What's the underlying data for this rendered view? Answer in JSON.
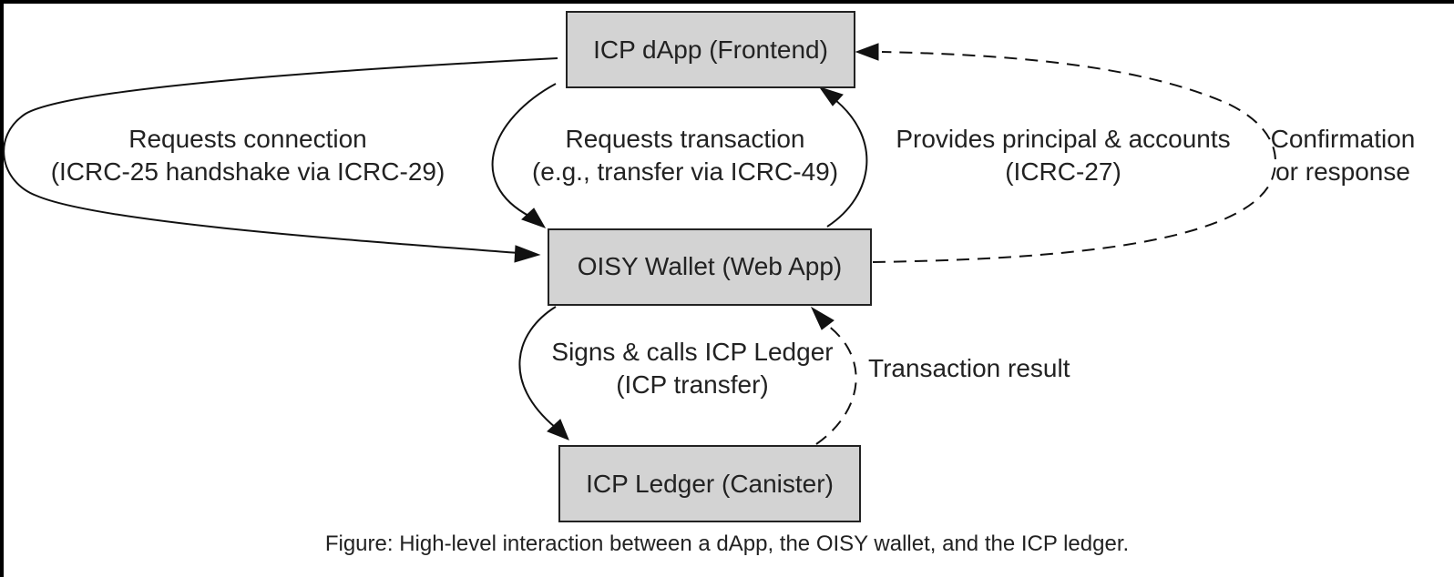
{
  "diagram": {
    "nodes": [
      {
        "id": "dapp",
        "label": "ICP dApp (Frontend)"
      },
      {
        "id": "wallet",
        "label": "OISY Wallet (Web App)"
      },
      {
        "id": "ledger",
        "label": "ICP Ledger (Canister)"
      }
    ],
    "edges": [
      {
        "id": "requests-connection",
        "from": "dapp",
        "to": "wallet",
        "style": "solid",
        "label_lines": [
          "Requests connection",
          "(ICRC-25 handshake via ICRC-29)"
        ]
      },
      {
        "id": "requests-transaction",
        "from": "dapp",
        "to": "wallet",
        "style": "solid",
        "label_lines": [
          "Requests transaction",
          "(e.g., transfer via ICRC-49)"
        ]
      },
      {
        "id": "provides-principal",
        "from": "wallet",
        "to": "dapp",
        "style": "solid",
        "label_lines": [
          "Provides principal & accounts",
          "(ICRC-27)"
        ]
      },
      {
        "id": "confirmation",
        "from": "wallet",
        "to": "dapp",
        "style": "dashed",
        "label_lines": [
          "Confirmation",
          "or response"
        ]
      },
      {
        "id": "signs-calls",
        "from": "wallet",
        "to": "ledger",
        "style": "solid",
        "label_lines": [
          "Signs & calls ICP Ledger",
          "(ICP transfer)"
        ]
      },
      {
        "id": "transaction-result",
        "from": "ledger",
        "to": "wallet",
        "style": "dashed",
        "label_lines": [
          "Transaction result"
        ]
      }
    ],
    "caption": "Figure: High-level interaction between a dApp, the OISY wallet, and the ICP ledger."
  }
}
